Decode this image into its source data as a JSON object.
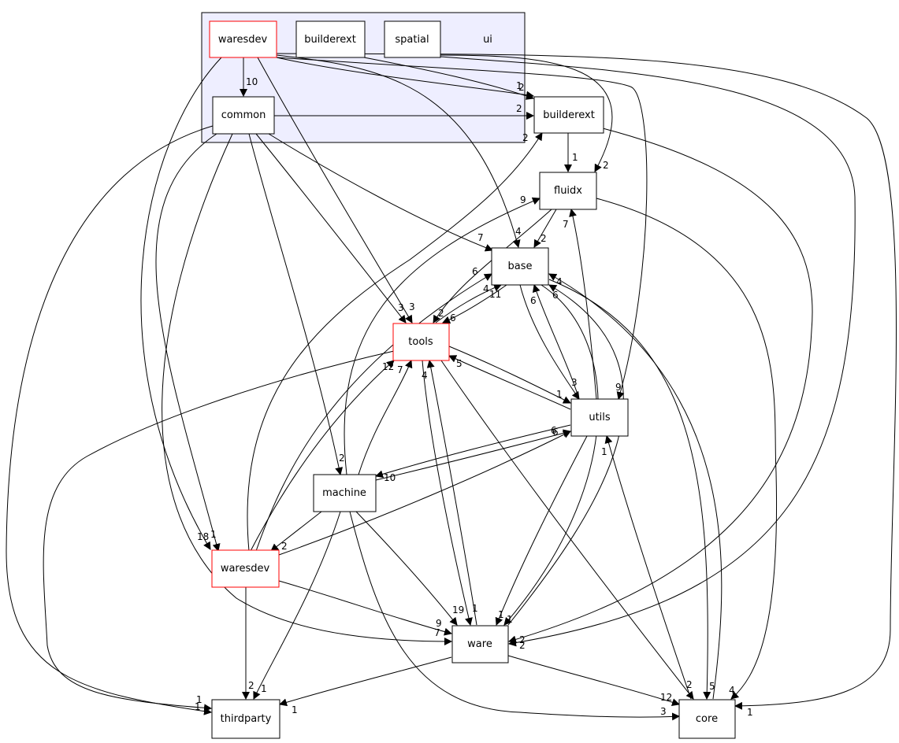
{
  "cluster": {
    "label": "ui"
  },
  "nodes": {
    "waresdev_ui": "waresdev",
    "builderext_ui": "builderext",
    "spatial": "spatial",
    "common": "common",
    "builderext": "builderext",
    "fluidx": "fluidx",
    "base": "base",
    "tools": "tools",
    "utils": "utils",
    "machine": "machine",
    "waresdev": "waresdev",
    "ware": "ware",
    "thirdparty": "thirdparty",
    "core": "core"
  },
  "highlight_color": "#ff0000",
  "edge_labels": {
    "wdui_common": "10",
    "wdui_builderext": "1",
    "builderext_ui_builderext": "2",
    "common_builderext": "2",
    "waresdev_builderext": "2",
    "builderext_fluidx": "1",
    "spatial_fluidx": "2",
    "machine_fluidx": "9",
    "fluidx_base": "2",
    "fluidx_utils": "7",
    "common_base": "7",
    "wdui_base": "4",
    "waresdev_base": "6",
    "tools_base": "4",
    "base_tools": "11",
    "utils_base": "6",
    "ware_base": "6",
    "core_base": "4",
    "machine_tools": "7",
    "waresdev_tools": "12",
    "common_tools": "3",
    "wdui_tools": "3",
    "fluidx_tools": "2",
    "base_tools_b": "6",
    "utils_tools": "5",
    "ware_tools": "4",
    "base_utils": "3",
    "tools_utils": "1",
    "wdui_utils": "9",
    "machine_utils": "6",
    "waresdev_utils": "6",
    "core_utils": "1",
    "common_machine": "2",
    "utils_machine": "10",
    "wdui_waresdev": "18",
    "common_waresdev": "1",
    "machine_waresdev": "2",
    "machine_ware": "19",
    "tools_ware": "1",
    "utils_ware": "1",
    "base_ware": "1",
    "waresdev_ware": "9",
    "common_ware": "7",
    "builderext_ware": "2",
    "spatial_ware": "2",
    "machine_thirdparty": "1",
    "waresdev_thirdparty": "2",
    "ware_thirdparty": "1",
    "common_thirdparty": "1",
    "tools_thirdparty": "1",
    "ware_core": "12",
    "machine_core": "3",
    "tools_core": "2",
    "base_core": "5",
    "fluidx_core": "4",
    "wdui_core": "1"
  }
}
